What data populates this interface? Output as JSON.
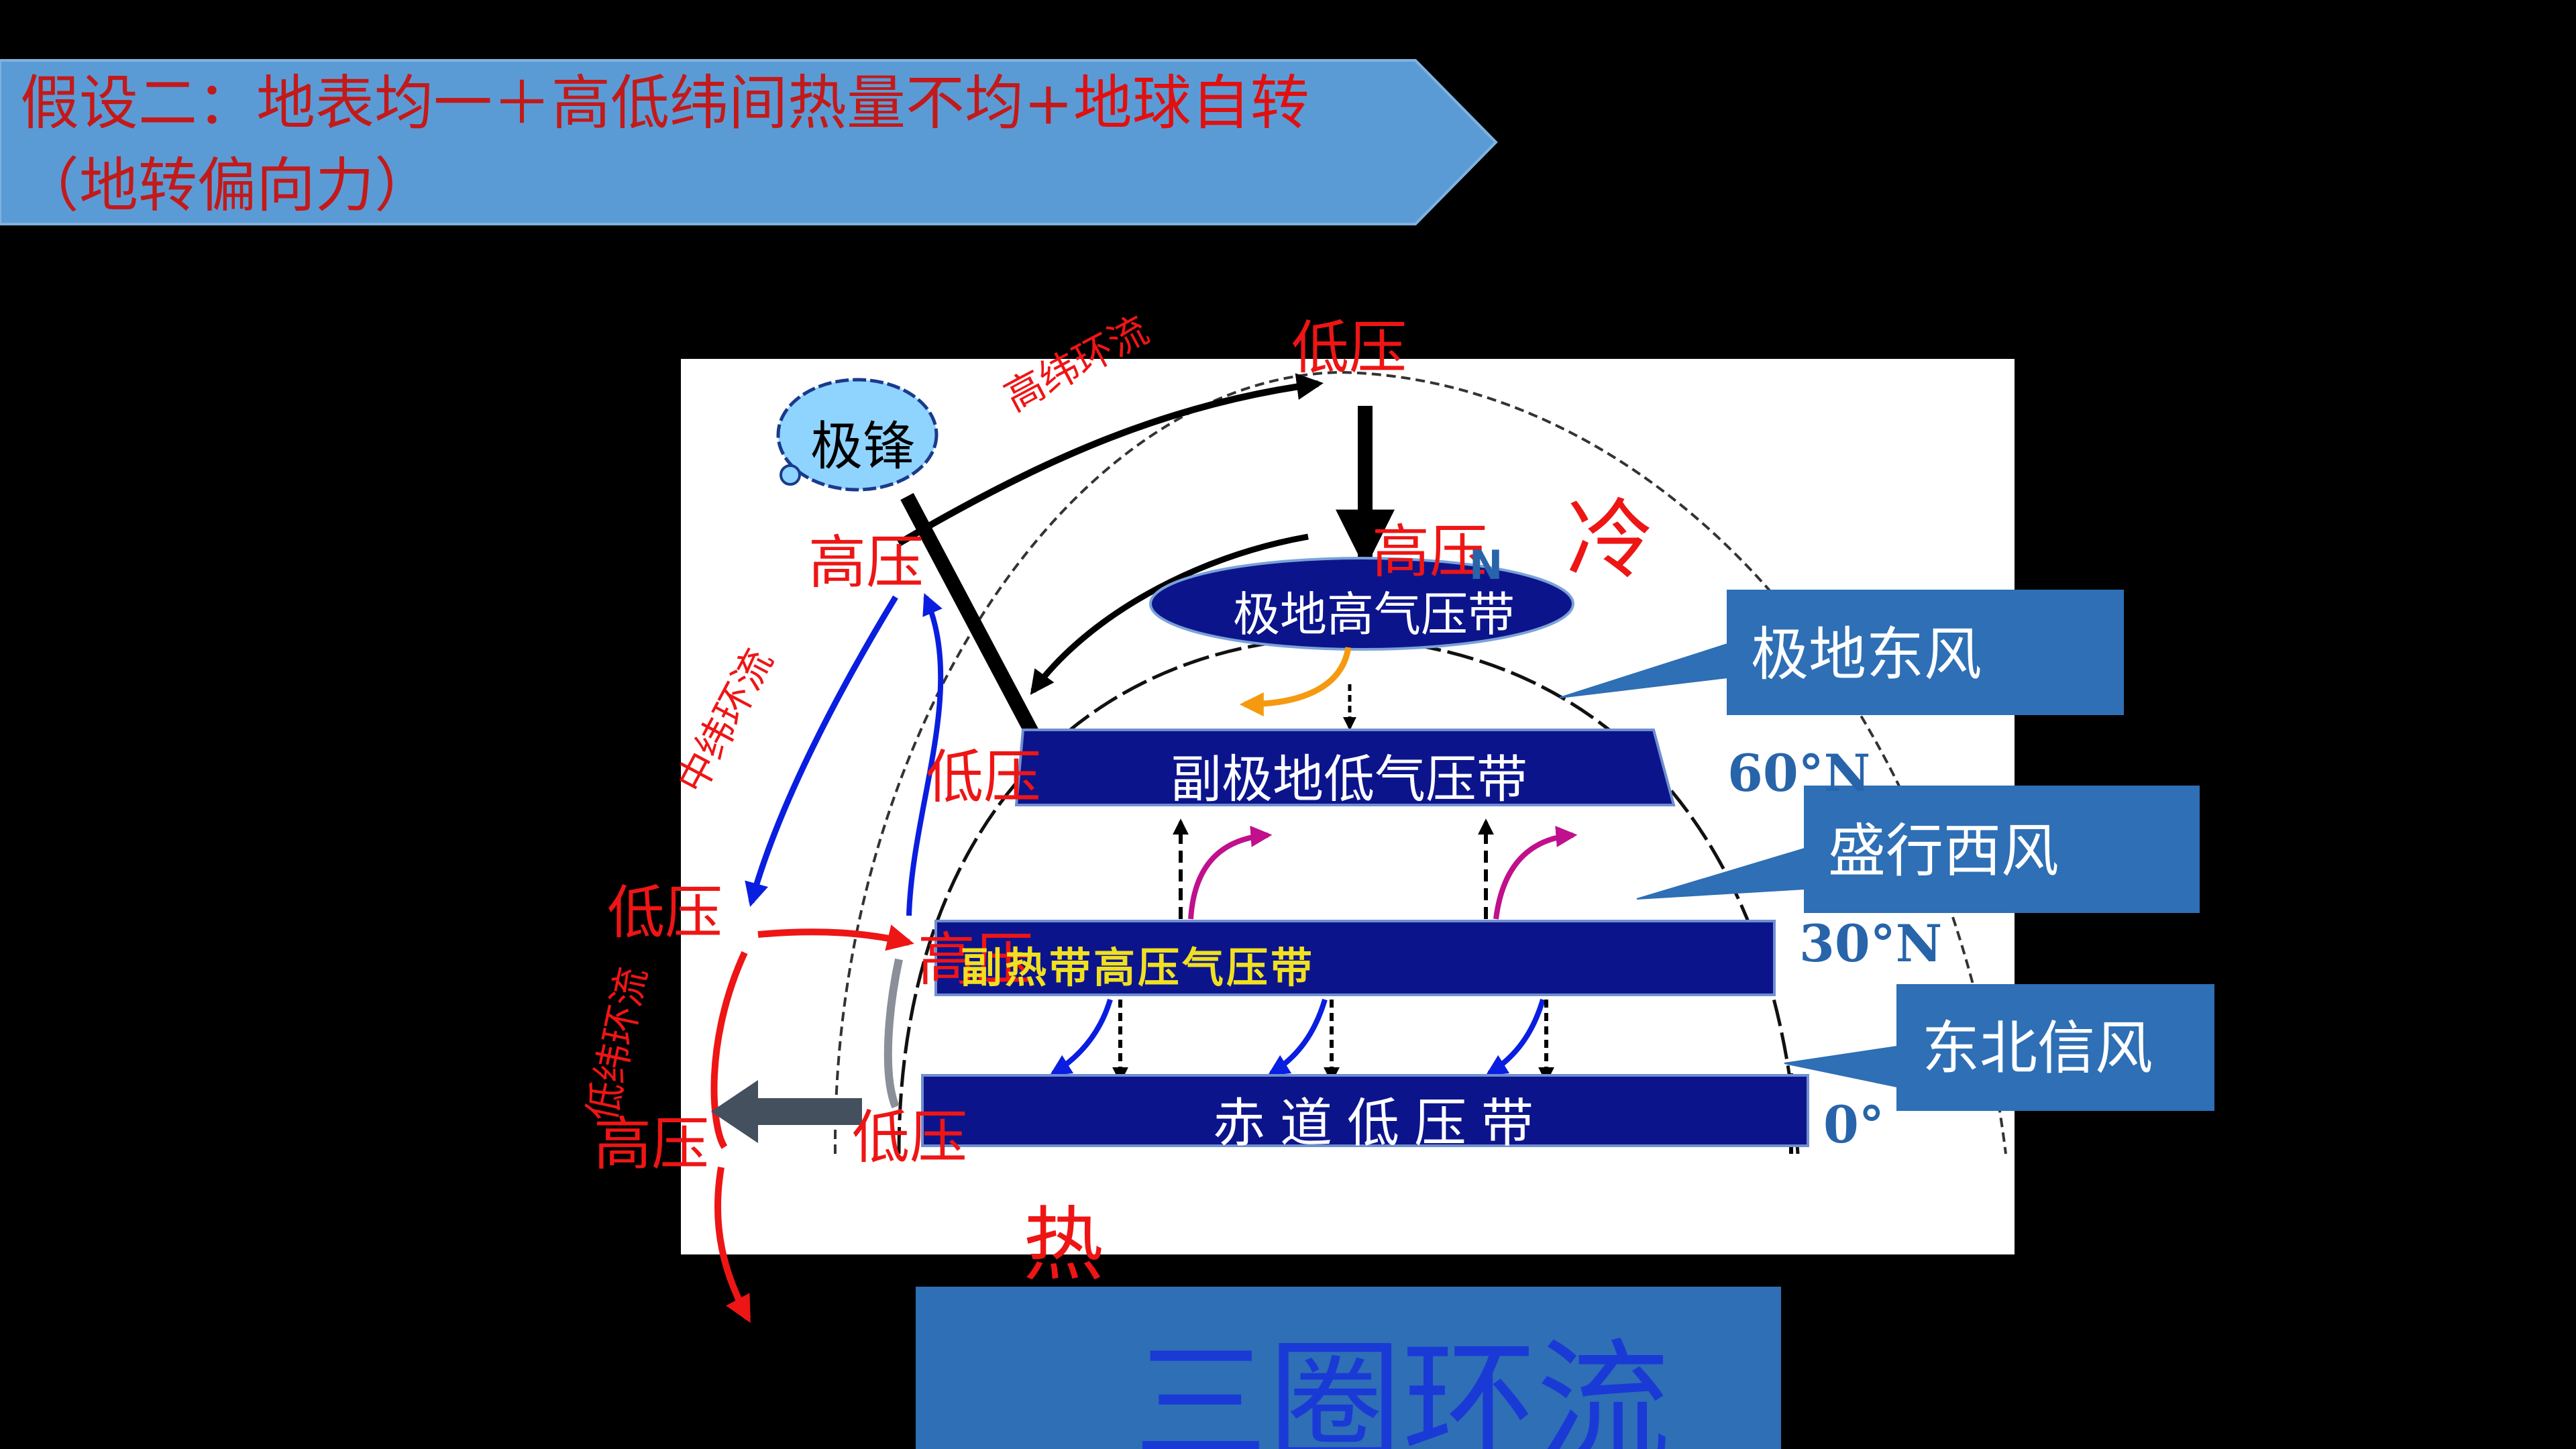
{
  "title": {
    "part1": "假设二：地表均一＋高低纬间热量不均+",
    "part2": "地球自转",
    "line2": "（地转偏向力）",
    "color_dark": "#c21a1a",
    "color_red": "#e01010"
  },
  "labels": {
    "polar_front": "极锋",
    "high_cell": "高纬环流",
    "mid_cell": "中纬环流",
    "low_cell": "低纬环流",
    "low_top": "低压",
    "high_polar": "高压",
    "high_left": "高压",
    "low_subpolar": "低压",
    "low_left": "低压",
    "high_sub": "高压",
    "high_bottom": "高压",
    "low_bottom": "低压",
    "cold": "冷",
    "hot": "热",
    "polar_high_belt": "极地高气压带",
    "subpolar_low_belt": "副极地低气压带",
    "subtropical_high_belt": "副热带高压气压带",
    "equatorial_low_belt": "赤道低压带",
    "lat60": "60°N",
    "lat30": "30°N",
    "lat0": "0°",
    "partial_n": "N"
  },
  "callouts": {
    "polar_easterlies": "极地东风",
    "westerlies": "盛行西风",
    "ne_trades": "东北信风"
  },
  "bottom_title": "三圈环流",
  "colors": {
    "label_red": "#ee1515",
    "belt_blue": "#0c148c",
    "belt_text": "#ffffff",
    "sub_text": "#f0e020",
    "lat_blue": "#2864aa",
    "callout_bg": "#2e6fb5",
    "title_bg": "#5b9bd5",
    "cloud": "#8fd3ff",
    "arrow_blue": "#0a1ee0",
    "arrow_red": "#ee1515",
    "arrow_magenta": "#c0108c",
    "arrow_orange": "#f59a10"
  }
}
